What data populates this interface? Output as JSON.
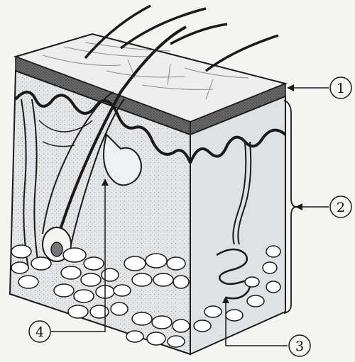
{
  "diagram": {
    "subject": "skin-cross-section",
    "callouts": [
      {
        "id": "label-1",
        "text": "1"
      },
      {
        "id": "label-2",
        "text": "2"
      },
      {
        "id": "label-3",
        "text": "3"
      },
      {
        "id": "label-4",
        "text": "4"
      }
    ]
  },
  "colors": {
    "background": "#f4f4f2",
    "ink": "#1a1a1a",
    "epidermis_band": "#5a5a5a",
    "dermis_shade": "#d9dcdf",
    "fat_cells": "#ffffff"
  }
}
